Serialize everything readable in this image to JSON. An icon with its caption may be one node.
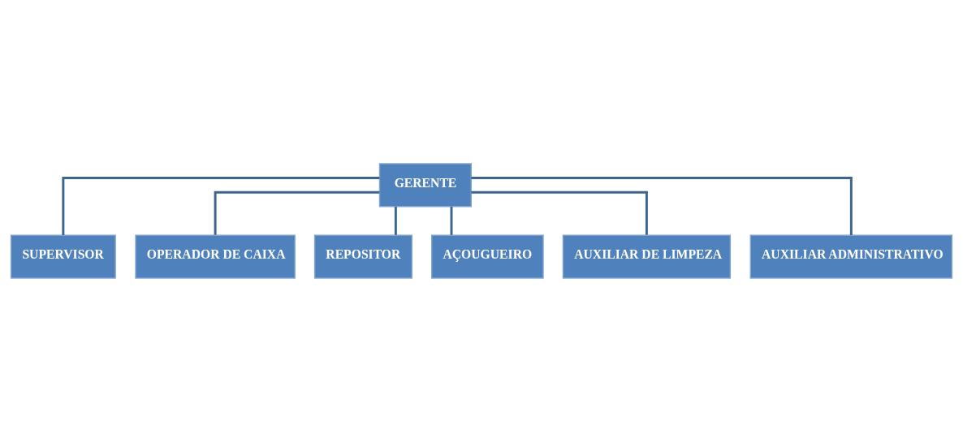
{
  "diagram": {
    "nodes": [
      {
        "text": [
          "GERENTE"
        ]
      },
      {
        "text": [
          "SUPERVISOR"
        ]
      },
      {
        "text": [
          "OPERADOR DE CAIXA"
        ]
      },
      {
        "text": [
          "REPOSITOR"
        ]
      },
      {
        "text": [
          "AÇOUGUEIRO"
        ]
      },
      {
        "text": [
          "AUXILIAR DE LIMPEZA"
        ]
      },
      {
        "text": [
          "AUXILIAR ADMINISTRATIVO"
        ]
      }
    ],
    "edges": [
      {
        "from": 0,
        "to": 1,
        "arrow": "none"
      },
      {
        "from": 0,
        "to": 2,
        "arrow": "none"
      },
      {
        "from": 0,
        "to": 3,
        "arrow": "none"
      },
      {
        "from": 0,
        "to": 4,
        "arrow": "none"
      },
      {
        "from": 0,
        "to": 5,
        "arrow": "none"
      },
      {
        "from": 0,
        "to": 6,
        "arrow": "none"
      }
    ]
  }
}
